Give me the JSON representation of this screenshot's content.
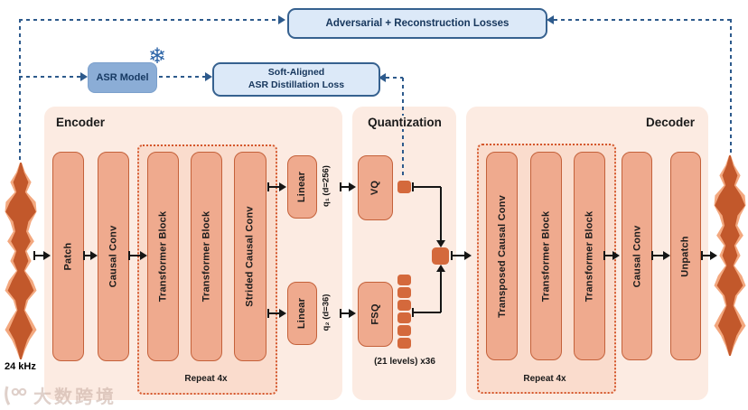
{
  "colors": {
    "accent_blue": "#2d5a8c",
    "loss_box_fill": "#dce9f8",
    "asr_box_fill": "#8badd6",
    "panel_peach": "#fcebe2",
    "group_peach": "#fadccd",
    "block_salmon": "#efaa8e",
    "block_border": "#c4613a",
    "token_orange": "#d4693c",
    "waveform_dark": "#c2582b",
    "waveform_light": "#f3a87f"
  },
  "losses": {
    "adversarial_reconstruction": "Adversarial + Reconstruction Losses",
    "distillation_line1": "Soft-Aligned",
    "distillation_line2": "ASR Distillation Loss"
  },
  "asr_model": {
    "label": "ASR Model",
    "frozen_glyph": "❄"
  },
  "encoder": {
    "title": "Encoder",
    "block_patch": "Patch",
    "block_causal_conv": "Causal Conv",
    "repeat_blocks": [
      "Transformer Block",
      "Transformer Block",
      "Strided Causal Conv"
    ],
    "repeat_label": "Repeat 4x"
  },
  "projection": {
    "linear_semantic": "Linear",
    "q1_label": "q₁ (d=256)",
    "linear_acoustic": "Linear",
    "q2_label": "q₂ (d=36)"
  },
  "quantization": {
    "title": "Quantization",
    "vq_label": "VQ",
    "fsq_label": "FSQ",
    "levels_label": "(21 levels) x36"
  },
  "decoder": {
    "title": "Decoder",
    "repeat_blocks": [
      "Transposed Causal Conv",
      "Transformer Block",
      "Transformer Block"
    ],
    "repeat_label": "Repeat 4x",
    "block_causal_conv": "Causal Conv",
    "block_unpatch": "Unpatch"
  },
  "io": {
    "sample_rate": "24 kHz"
  },
  "watermark": {
    "text": "大数跨境"
  }
}
